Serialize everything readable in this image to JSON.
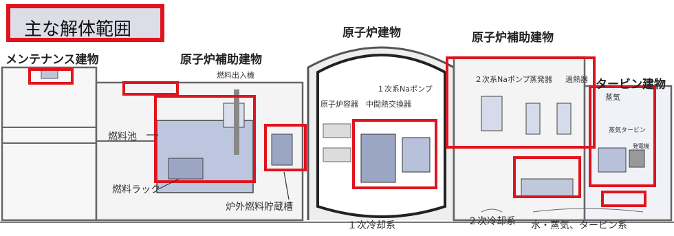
{
  "title": "主な解体範囲",
  "colors": {
    "highlight": "#e0141e",
    "equipment": "#bcc6df",
    "wall": "#666666",
    "title_bg": "#dcdde6"
  },
  "labels": {
    "maintenance_building": "メンテナンス建物",
    "aux_building_left": "原子炉補助建物",
    "reactor_building": "原子炉建物",
    "aux_building_right": "原子炉補助建物",
    "turbine_building": "タービン建物",
    "fuel_handling_machine": "燃料出入機",
    "fuel_pool": "燃料池",
    "fuel_rack": "燃料ラック",
    "ex_vessel_storage": "炉外燃料貯蔵槽",
    "primary_na_pump": "１次系Naポンプ",
    "reactor_vessel": "原子炉容器",
    "ihx": "中間熱交換器",
    "secondary_na_pump": "２次系Naポンプ",
    "evaporator": "蒸発器",
    "superheater": "過熱器",
    "steam": "蒸気",
    "steam_turbine": "蒸気タービン",
    "generator": "発電機",
    "primary_cooling": "１次冷却系",
    "secondary_cooling": "２次冷却系",
    "water_steam_turbine": "水・蒸気、タービン系"
  }
}
